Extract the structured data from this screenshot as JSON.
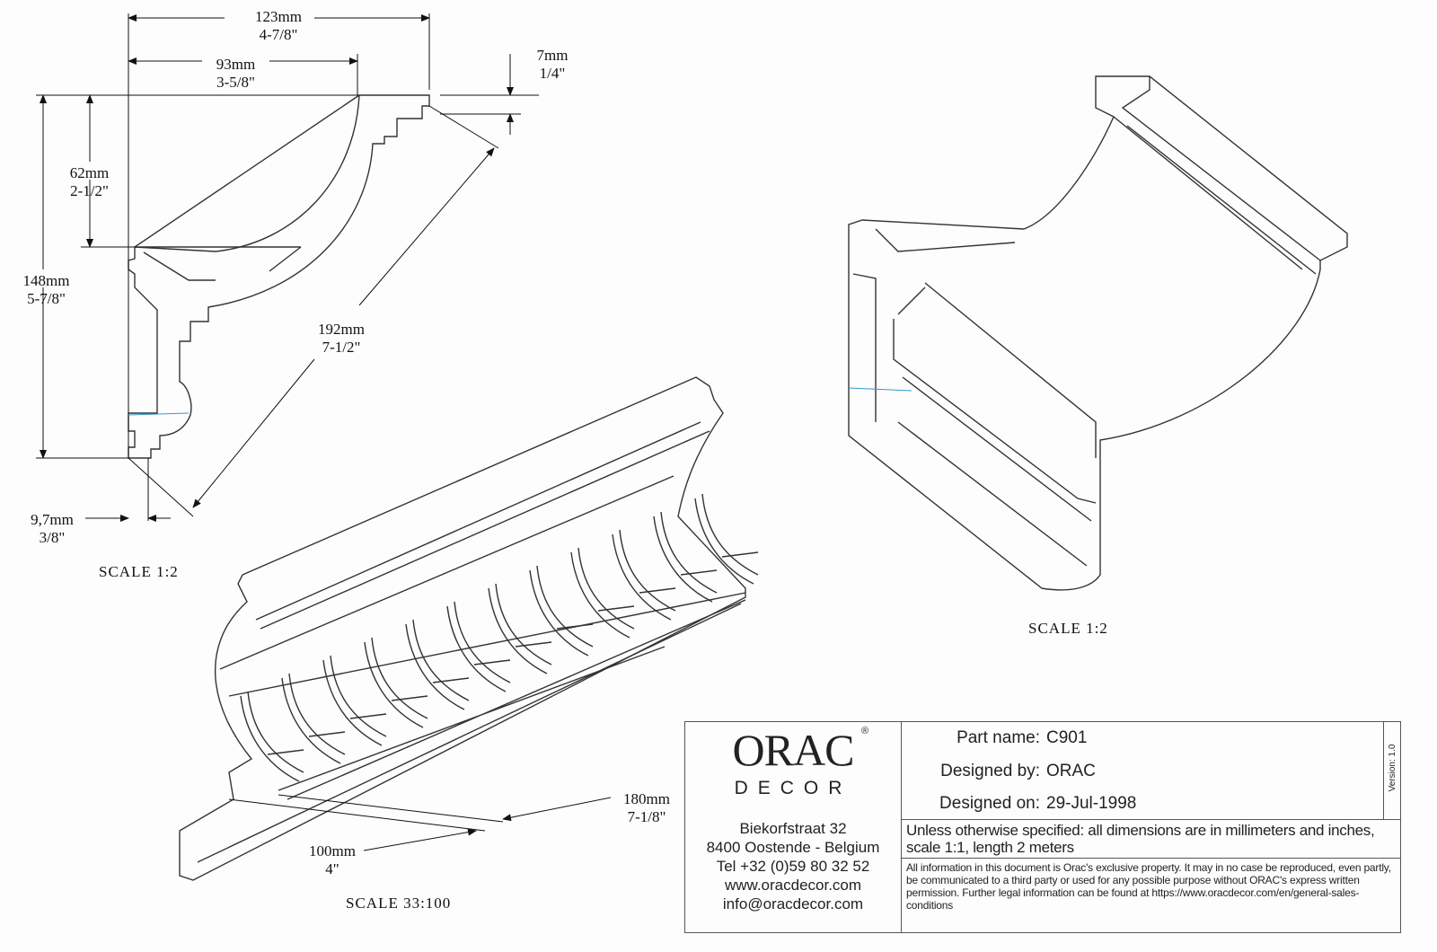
{
  "drawing": {
    "profile_view": {
      "scale_label": "SCALE  1:2",
      "dimensions": [
        {
          "mm": "123mm",
          "inch": "4-7/8\""
        },
        {
          "mm": "93mm",
          "inch": "3-5/8\""
        },
        {
          "mm": "7mm",
          "inch": "1/4\""
        },
        {
          "mm": "62mm",
          "inch": "2-1/2\""
        },
        {
          "mm": "148mm",
          "inch": "5-7/8\""
        },
        {
          "mm": "192mm",
          "inch": "7-1/2\""
        },
        {
          "mm": "9,7mm",
          "inch": "3/8\""
        }
      ]
    },
    "iso_view": {
      "scale_label": "SCALE  33:100",
      "dimensions": [
        {
          "mm": "180mm",
          "inch": "7-1/8\""
        },
        {
          "mm": "100mm",
          "inch": "4\""
        }
      ]
    },
    "side_view": {
      "scale_label": "SCALE  1:2"
    }
  },
  "title_block": {
    "brand": "ORAC",
    "brand_sub": "DECOR",
    "registered": "®",
    "address": [
      "Biekorfstraat 32",
      "8400 Oostende - Belgium",
      "Tel  +32 (0)59 80 32 52",
      "www.oracdecor.com",
      "info@oracdecor.com"
    ],
    "part_name_label": "Part name:",
    "part_name": "C901",
    "designed_by_label": "Designed by:",
    "designed_by": "ORAC",
    "designed_on_label": "Designed on:",
    "designed_on": "29-Jul-1998",
    "version": "Version: 1.0",
    "units_note": "Unless otherwise specified: all dimensions are in millimeters and inches, scale 1:1, length 2 meters",
    "legal_note": "All information in this document is Orac's exclusive property.  It may in no case be reproduced, even partly, be communicated to a third party or used for any possible purpose without ORAC's express written permission. Further legal information can be found at https://www.oracdecor.com/en/general-sales-conditions"
  }
}
